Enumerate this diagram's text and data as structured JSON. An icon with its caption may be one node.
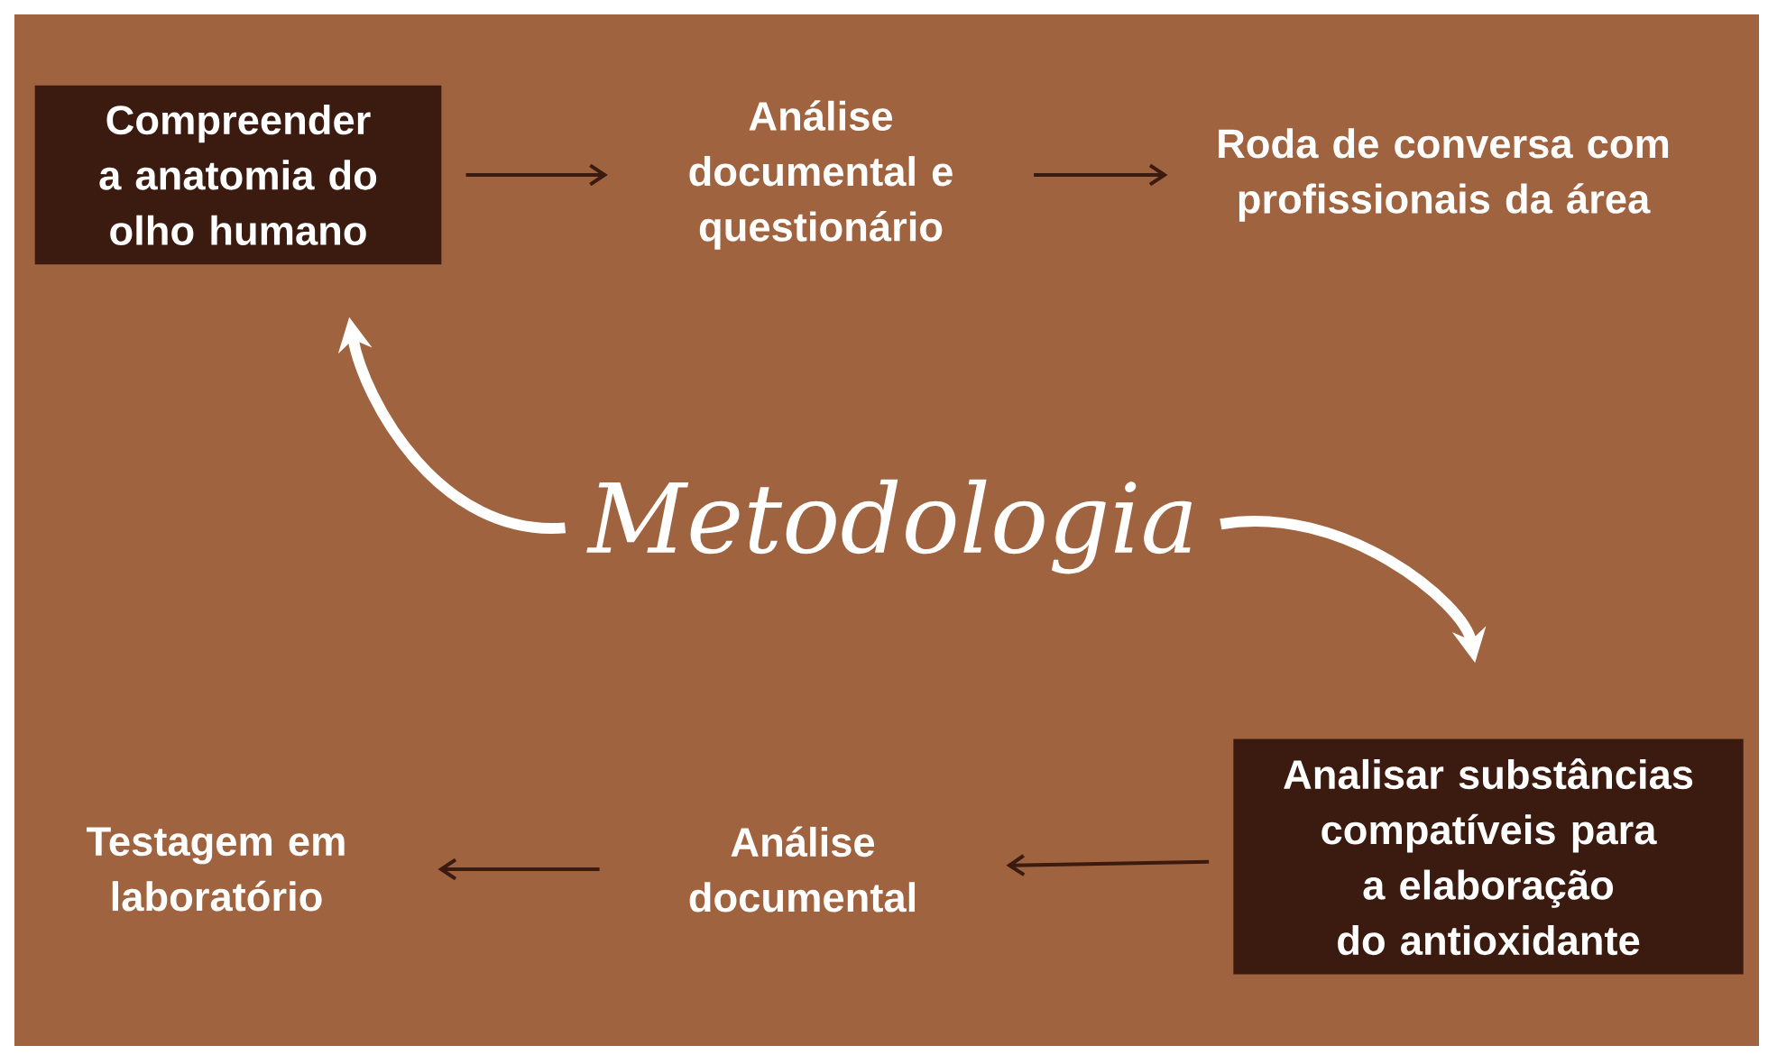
{
  "diagram": {
    "nodes": [
      {
        "text": [
          "Compreender a anatomia do olho humano"
        ]
      },
      {
        "text": [
          "Análise documental e questionário"
        ]
      },
      {
        "text": [
          "Roda de conversa com profissionais da área"
        ]
      },
      {
        "text": [
          "Metodologia"
        ]
      },
      {
        "text": [
          "Analisar substâncias compatíveis para a elaboração do antioxidante"
        ]
      },
      {
        "text": [
          "Análise documental"
        ]
      },
      {
        "text": [
          "Testagem em laboratório"
        ]
      }
    ],
    "edges": [
      {
        "from": 0,
        "to": 1,
        "arrow": "to"
      },
      {
        "from": 1,
        "to": 2,
        "arrow": "to"
      },
      {
        "from": 3,
        "to": 0,
        "arrow": "to",
        "style": "thick",
        "color": "#ffffff"
      },
      {
        "from": 3,
        "to": 4,
        "arrow": "to",
        "style": "thick",
        "color": "#ffffff"
      },
      {
        "from": 4,
        "to": 5,
        "arrow": "to"
      },
      {
        "from": 5,
        "to": 6,
        "arrow": "to"
      }
    ]
  }
}
